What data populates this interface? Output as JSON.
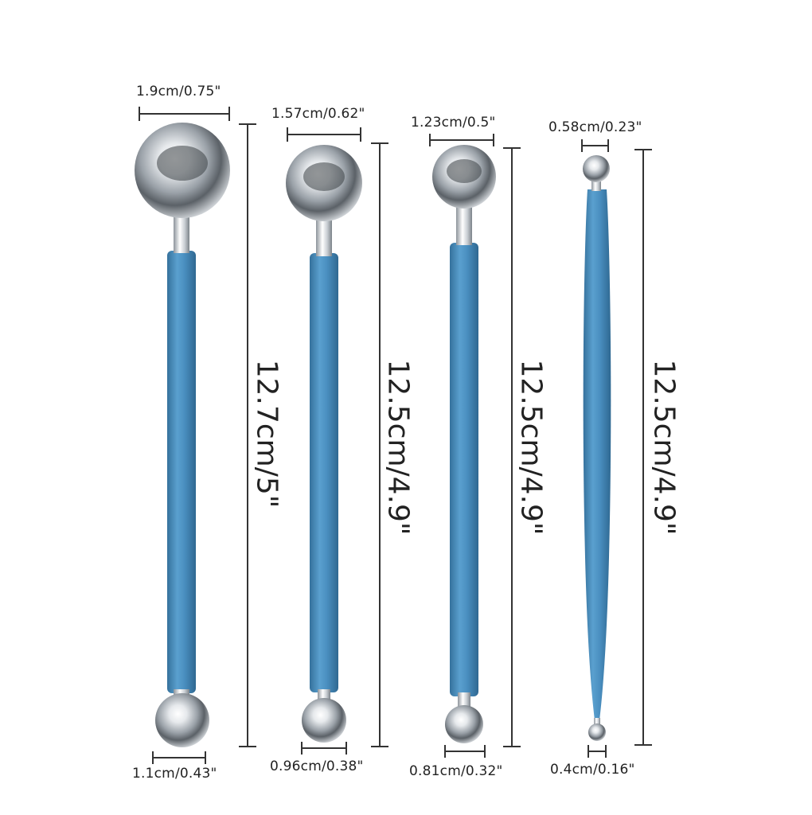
{
  "colors": {
    "handle": "#4a8fc0",
    "handle_dark": "#35719c",
    "handle_light": "#7bb4da",
    "metal": "#c8cdd2",
    "line": "#333333"
  },
  "tools": [
    {
      "top_diameter": "1.9cm/0.75\"",
      "bottom_diameter": "1.1cm/0.43\"",
      "length": "12.7cm/5\""
    },
    {
      "top_diameter": "1.57cm/0.62\"",
      "bottom_diameter": "0.96cm/0.38\"",
      "length": "12.5cm/4.9\""
    },
    {
      "top_diameter": "1.23cm/0.5\"",
      "bottom_diameter": "0.81cm/0.32\"",
      "length": "12.5cm/4.9\""
    },
    {
      "top_diameter": "0.58cm/0.23\"",
      "bottom_diameter": "0.4cm/0.16\"",
      "length": "12.5cm/4.9\""
    }
  ]
}
